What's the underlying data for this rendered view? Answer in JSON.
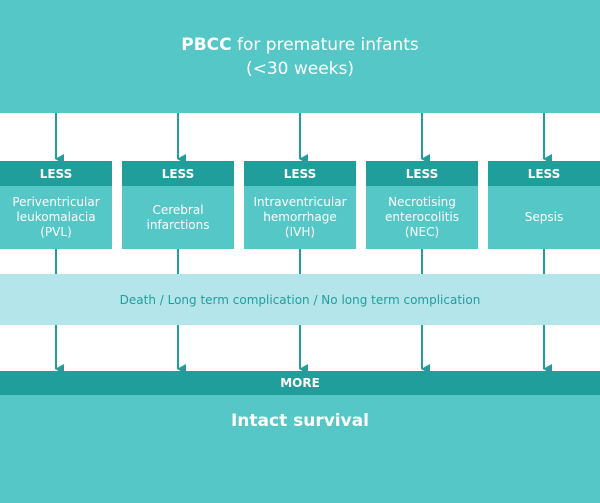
{
  "header": {
    "title_bold": "PBCC",
    "title_rest": " for premature infants",
    "subtitle": "(<30 weeks)"
  },
  "columns": [
    {
      "badge": "LESS",
      "label": "Periventricular leukomalacia (PVL)"
    },
    {
      "badge": "LESS",
      "label": "Cerebral infarctions"
    },
    {
      "badge": "LESS",
      "label": "Intraventricular hemorrhage (IVH)"
    },
    {
      "badge": "LESS",
      "label": "Necrotising enterocolitis (NEC)"
    },
    {
      "badge": "LESS",
      "label": "Sepsis"
    }
  ],
  "middle": {
    "text": "Death / Long term complication / No long term complication"
  },
  "bottom": {
    "badge": "MORE",
    "outcome": "Intact survival"
  },
  "colors": {
    "dark_teal": "#1f9e9b",
    "teal": "#56c7c7",
    "light_teal": "#b4e5ea",
    "white": "#ffffff"
  }
}
